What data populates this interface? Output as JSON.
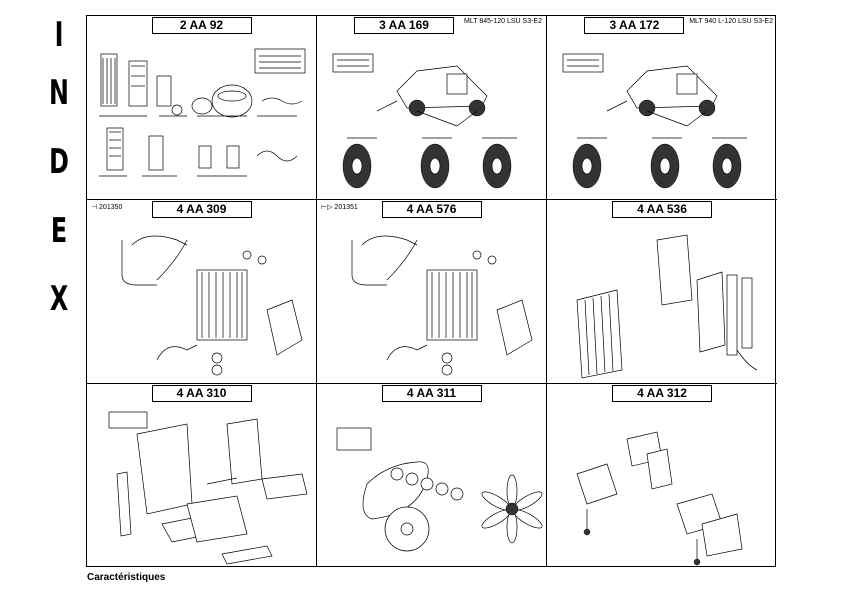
{
  "index_letters": [
    "I",
    "N",
    "D",
    "E",
    "X"
  ],
  "cells": [
    {
      "title": "2 AA 92",
      "subtitle": "",
      "serial": ""
    },
    {
      "title": "3 AA 169",
      "subtitle": "MLT 845-120 LSU S3-E2",
      "serial": ""
    },
    {
      "title": "3 AA 172",
      "subtitle": "MLT 940 L-120 LSU S3-E2",
      "serial": ""
    },
    {
      "title": "4 AA 309",
      "subtitle": "",
      "serial": "⊣ 201350"
    },
    {
      "title": "4 AA 576",
      "subtitle": "",
      "serial": "⊢▷ 201351"
    },
    {
      "title": "4 AA 536",
      "subtitle": "",
      "serial": ""
    },
    {
      "title": "4 AA 310",
      "subtitle": "",
      "serial": ""
    },
    {
      "title": "4 AA 311",
      "subtitle": "",
      "serial": ""
    },
    {
      "title": "4 AA 312",
      "subtitle": "",
      "serial": ""
    }
  ],
  "footer": "Caractéristiques"
}
